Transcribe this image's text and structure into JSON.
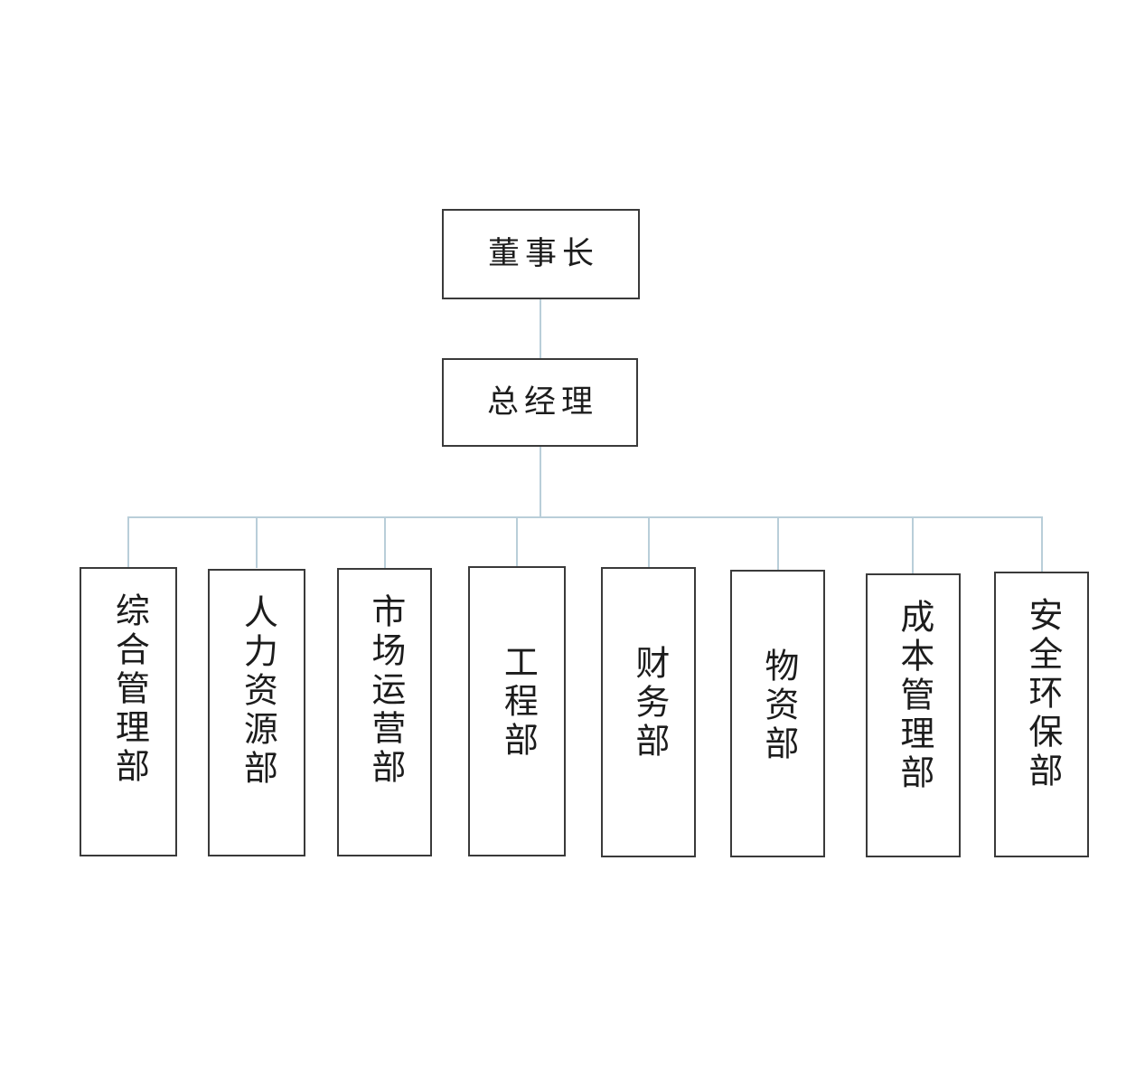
{
  "chart": {
    "type": "org-chart",
    "title": "",
    "background_color": "#ffffff",
    "box_border_color": "#3a3a3a",
    "connector_color": "#b9ced9",
    "levels": [
      {
        "level": 1,
        "nodes": [
          {
            "id": "chairman",
            "label": "董事长",
            "orientation": "horizontal"
          }
        ]
      },
      {
        "level": 2,
        "nodes": [
          {
            "id": "general-manager",
            "label": "总经理",
            "orientation": "horizontal"
          }
        ]
      },
      {
        "level": 3,
        "nodes": [
          {
            "id": "dept-general-admin",
            "label": "综合管理部",
            "orientation": "vertical"
          },
          {
            "id": "dept-human-resources",
            "label": "人力资源部",
            "orientation": "vertical"
          },
          {
            "id": "dept-market-operations",
            "label": "市场运营部",
            "orientation": "vertical"
          },
          {
            "id": "dept-engineering",
            "label": "工程部",
            "orientation": "vertical"
          },
          {
            "id": "dept-finance",
            "label": "财务部",
            "orientation": "vertical"
          },
          {
            "id": "dept-materials",
            "label": "物资部",
            "orientation": "vertical"
          },
          {
            "id": "dept-cost-management",
            "label": "成本管理部",
            "orientation": "vertical"
          },
          {
            "id": "dept-safety-environment",
            "label": "安全环保部",
            "orientation": "vertical"
          }
        ]
      }
    ],
    "edges": [
      {
        "from": "chairman",
        "to": "general-manager"
      },
      {
        "from": "general-manager",
        "to": "dept-general-admin"
      },
      {
        "from": "general-manager",
        "to": "dept-human-resources"
      },
      {
        "from": "general-manager",
        "to": "dept-market-operations"
      },
      {
        "from": "general-manager",
        "to": "dept-engineering"
      },
      {
        "from": "general-manager",
        "to": "dept-finance"
      },
      {
        "from": "general-manager",
        "to": "dept-materials"
      },
      {
        "from": "general-manager",
        "to": "dept-cost-management"
      },
      {
        "from": "general-manager",
        "to": "dept-safety-environment"
      }
    ]
  }
}
